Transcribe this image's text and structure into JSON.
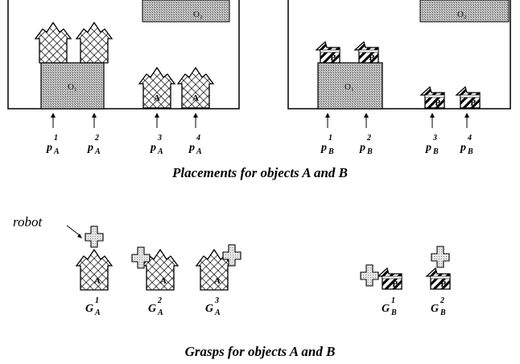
{
  "panel_a": {
    "obstacles": [
      "O₂",
      "O₁"
    ],
    "placement_labels": [
      {
        "main": "p",
        "sub": "A",
        "sup": "1"
      },
      {
        "main": "p",
        "sub": "A",
        "sup": "2"
      },
      {
        "main": "p",
        "sub": "A",
        "sup": "3"
      },
      {
        "main": "p",
        "sub": "A",
        "sup": "4"
      }
    ]
  },
  "panel_b": {
    "obstacles": [
      "O₂",
      "O₁"
    ],
    "placement_labels": [
      {
        "main": "p",
        "sub": "B",
        "sup": "1"
      },
      {
        "main": "p",
        "sub": "B",
        "sup": "2"
      },
      {
        "main": "p",
        "sub": "B",
        "sup": "3"
      },
      {
        "main": "p",
        "sub": "B",
        "sup": "4"
      }
    ]
  },
  "object_a_label": "A",
  "object_b_label": "B",
  "placements_caption": "Placements for objects A and B",
  "robot_label": "robot",
  "grasp_labels": [
    {
      "main": "G",
      "sub": "A",
      "sup": "1"
    },
    {
      "main": "G",
      "sub": "A",
      "sup": "2"
    },
    {
      "main": "G",
      "sub": "A",
      "sup": "3"
    },
    {
      "main": "G",
      "sub": "B",
      "sup": "1"
    },
    {
      "main": "G",
      "sub": "B",
      "sup": "2"
    }
  ],
  "grasps_caption": "Grasps for objects A and B",
  "colors": {
    "line": "#000000",
    "obstacle_fill": "#bdbdbd",
    "robot_fill": "#e2e2e2"
  }
}
